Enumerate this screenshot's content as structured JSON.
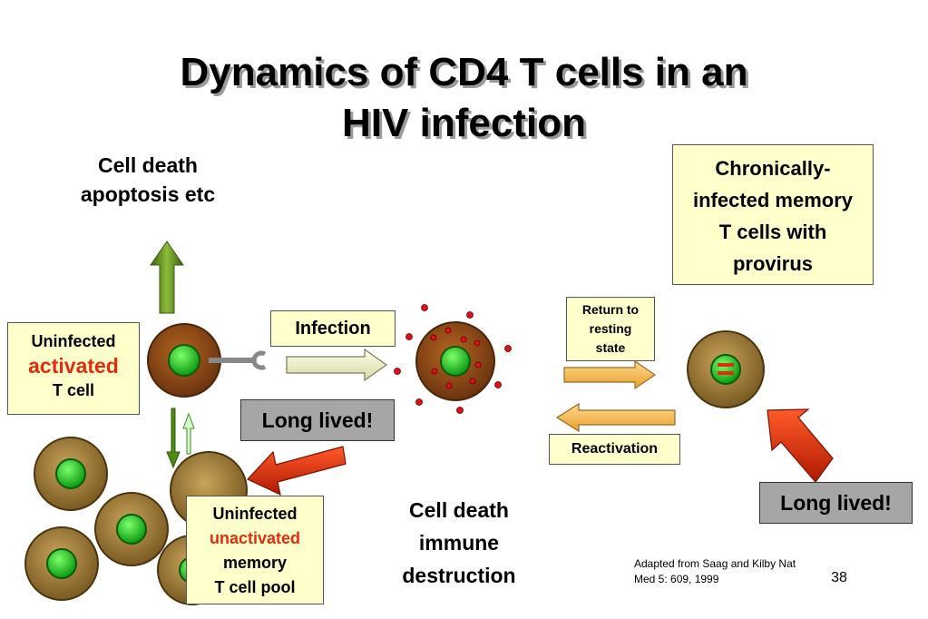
{
  "title": {
    "line1": "Dynamics of CD4 T cells in an",
    "line2": "HIV infection"
  },
  "cell_death_top": {
    "line1": "Cell death",
    "line2": "apoptosis etc"
  },
  "chronic_box": {
    "line1": "Chronically-",
    "line2": "infected memory",
    "line3": "T cells with",
    "line4": "provirus"
  },
  "activated_box": {
    "line1": "Uninfected",
    "line2": "activated",
    "line3": "T cell"
  },
  "infection_label": "Infection",
  "return_box": {
    "line1": "Return to",
    "line2": "resting",
    "line3": "state"
  },
  "reactivation_label": "Reactivation",
  "long_lived_1": "Long lived!",
  "long_lived_2": "Long lived!",
  "memory_box": {
    "line1": "Uninfected",
    "line2": "unactivated",
    "line3": "memory",
    "line4": "T cell pool"
  },
  "cell_death_bottom": {
    "line1": "Cell death",
    "line2": "immune",
    "line3": "destruction"
  },
  "citation": {
    "line1": "Adapted from Saag and Kilby Nat",
    "line2": "Med 5: 609, 1999"
  },
  "page_number": "38",
  "colors": {
    "highlight_red": "#e32b0f",
    "box_yellow": "#ffffcc",
    "box_grey": "#a6a6a6",
    "nucleus_green": "#1fd12a",
    "arrow_green": "#5f8a1c"
  }
}
